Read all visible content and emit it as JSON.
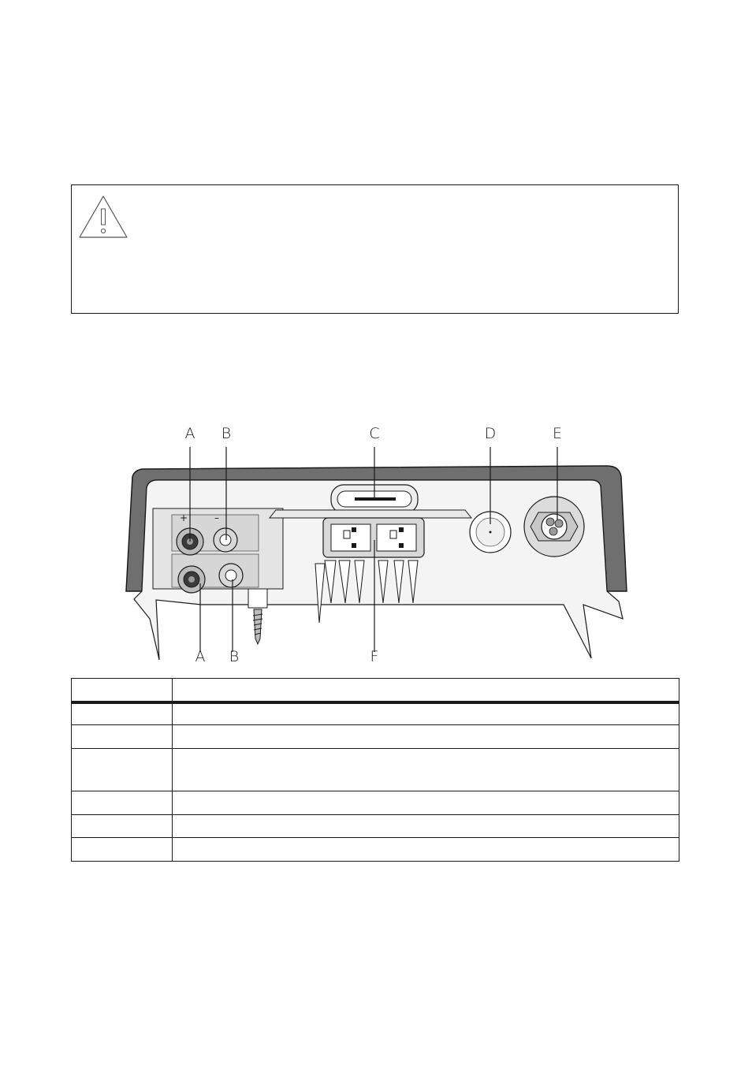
{
  "figure": {
    "callouts": {
      "top": [
        "A",
        "B",
        "C",
        "D",
        "E"
      ],
      "bottom": [
        "A",
        "B",
        "F"
      ]
    },
    "terminal_labels": {
      "plus": "+",
      "minus": "–"
    }
  },
  "table": {
    "rows": 7
  },
  "colors": {
    "outline": "#1a1a1a",
    "housing": "#6f6f6f",
    "panel": "#e4e4e4",
    "body": "#f4f4f4"
  },
  "icons": [
    "warning-triangle-icon"
  ]
}
